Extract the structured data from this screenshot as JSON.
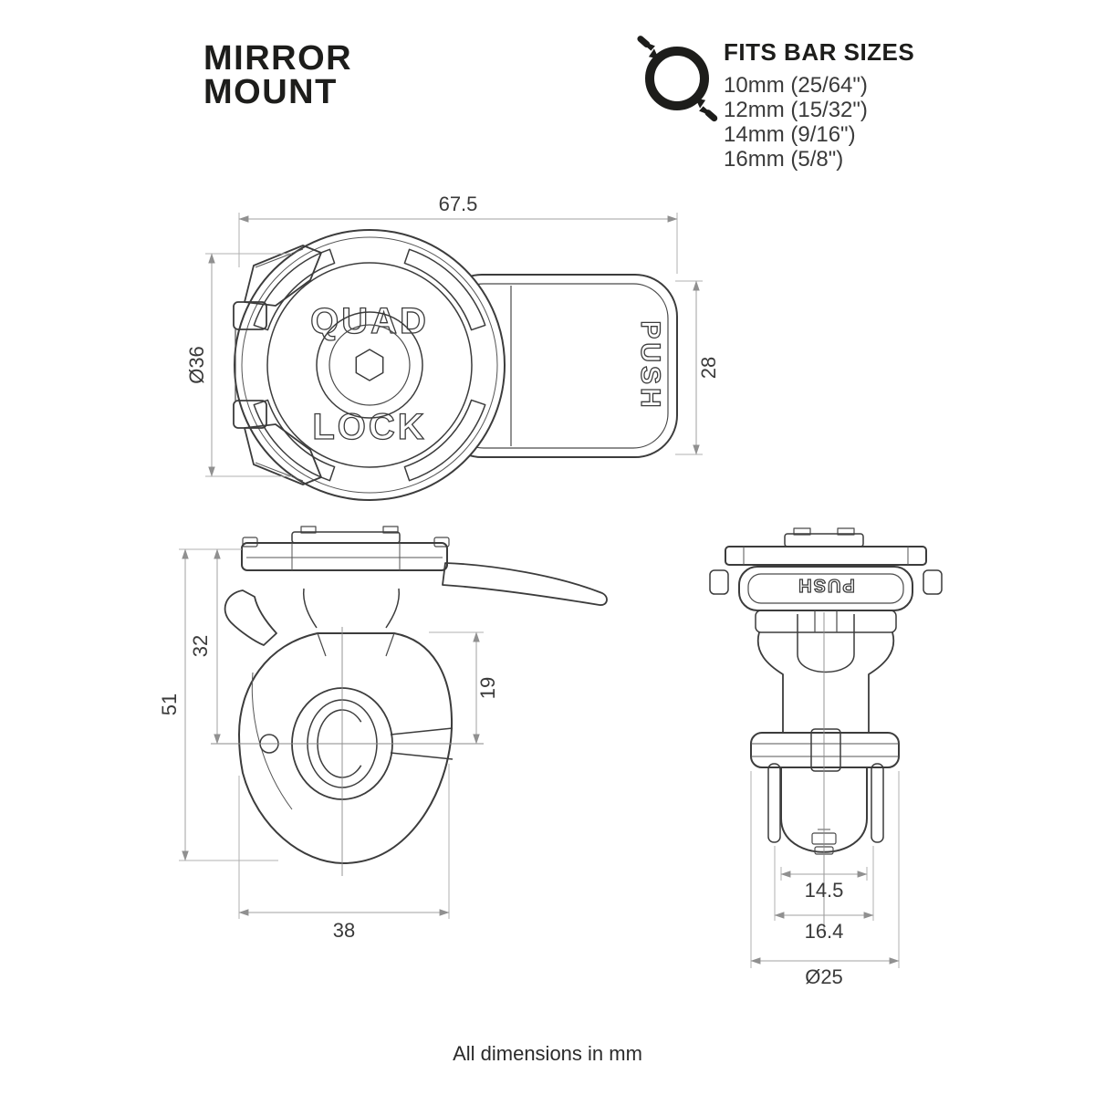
{
  "title": {
    "line1": "MIRROR",
    "line2": "MOUNT"
  },
  "fits_bar_sizes": {
    "icon": "bar-diameter-icon",
    "heading": "FITS BAR SIZES",
    "sizes": [
      "10mm (25/64\")",
      "12mm (15/32\")",
      "14mm (9/16\")",
      "16mm (5/8\")"
    ]
  },
  "views": {
    "top": {
      "name": "Top view",
      "dims": {
        "overall_length": "67.5",
        "head_diameter": "Ø36",
        "lever_width": "28"
      },
      "labels": {
        "brand_top": "QUAD",
        "brand_bottom": "LOCK",
        "lever": "PUSH"
      }
    },
    "side": {
      "name": "Side view",
      "dims": {
        "overall_height": "51",
        "top_to_bar_axis": "32",
        "body_top_to_bar_axis": "19",
        "body_width": "38"
      }
    },
    "front": {
      "name": "Front view",
      "dims": {
        "boss_width": "14.5",
        "lower_width": "16.4",
        "clamp_diameter": "Ø25"
      },
      "labels": {
        "lever": "PUSH"
      }
    }
  },
  "footer": {
    "note": "All dimensions in mm"
  },
  "colors": {
    "ink": "#1d1d1b",
    "drawing_line": "#3c3c3c",
    "dimension_line": "#a0a0a0",
    "background": "#ffffff"
  }
}
